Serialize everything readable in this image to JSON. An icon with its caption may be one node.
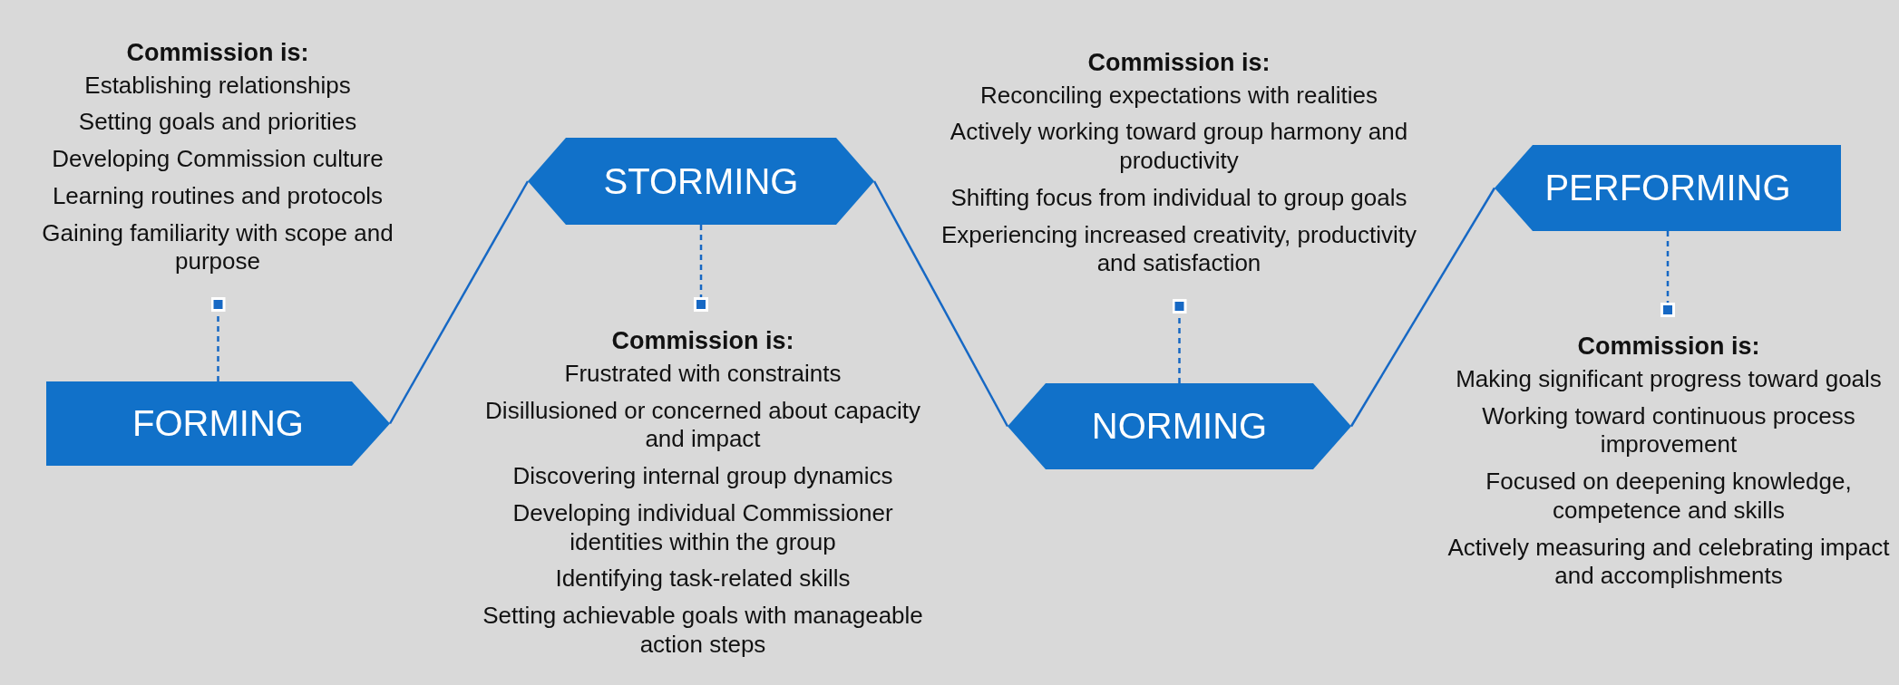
{
  "diagram": {
    "nodes": [
      {
        "text": [
          "FORMING"
        ]
      },
      {
        "text": [
          "STORMING"
        ]
      },
      {
        "text": [
          "NORMING"
        ]
      },
      {
        "text": [
          "PERFORMING"
        ]
      },
      {
        "text": [
          "Commission is:",
          "Establishing relationships",
          "Setting goals and priorities",
          "Developing Commission culture",
          "Learning routines and protocols",
          "Gaining familiarity with scope and purpose"
        ]
      },
      {
        "text": [
          "Commission is:",
          "Frustrated with constraints",
          "Disillusioned or concerned about capacity and impact",
          "Discovering internal group dynamics",
          "Developing individual Commissioner identities within the group",
          "Identifying task-related skills",
          "Setting achievable goals with manageable action steps"
        ]
      },
      {
        "text": [
          "Commission is:",
          "Reconciling expectations with realities",
          "Actively working toward group harmony and productivity",
          "Shifting focus from individual to group goals",
          "Experiencing increased creativity, productivity and satisfaction"
        ]
      },
      {
        "text": [
          "Commission is:",
          "Making significant progress toward goals",
          "Working toward continuous process  improvement",
          "Focused on deepening knowledge, competence and skills",
          "Actively measuring and celebrating impact and accomplishments"
        ]
      }
    ],
    "edges": [
      {
        "from": 0,
        "to": 1,
        "arrow": "none"
      },
      {
        "from": 1,
        "to": 2,
        "arrow": "none"
      },
      {
        "from": 2,
        "to": 3,
        "arrow": "none"
      },
      {
        "from": 0,
        "to": 4,
        "arrow": "other",
        "style": "dashed"
      },
      {
        "from": 1,
        "to": 5,
        "arrow": "other",
        "style": "dashed"
      },
      {
        "from": 2,
        "to": 6,
        "arrow": "other",
        "style": "dashed"
      },
      {
        "from": 3,
        "to": 7,
        "arrow": "other",
        "style": "dashed"
      }
    ]
  }
}
